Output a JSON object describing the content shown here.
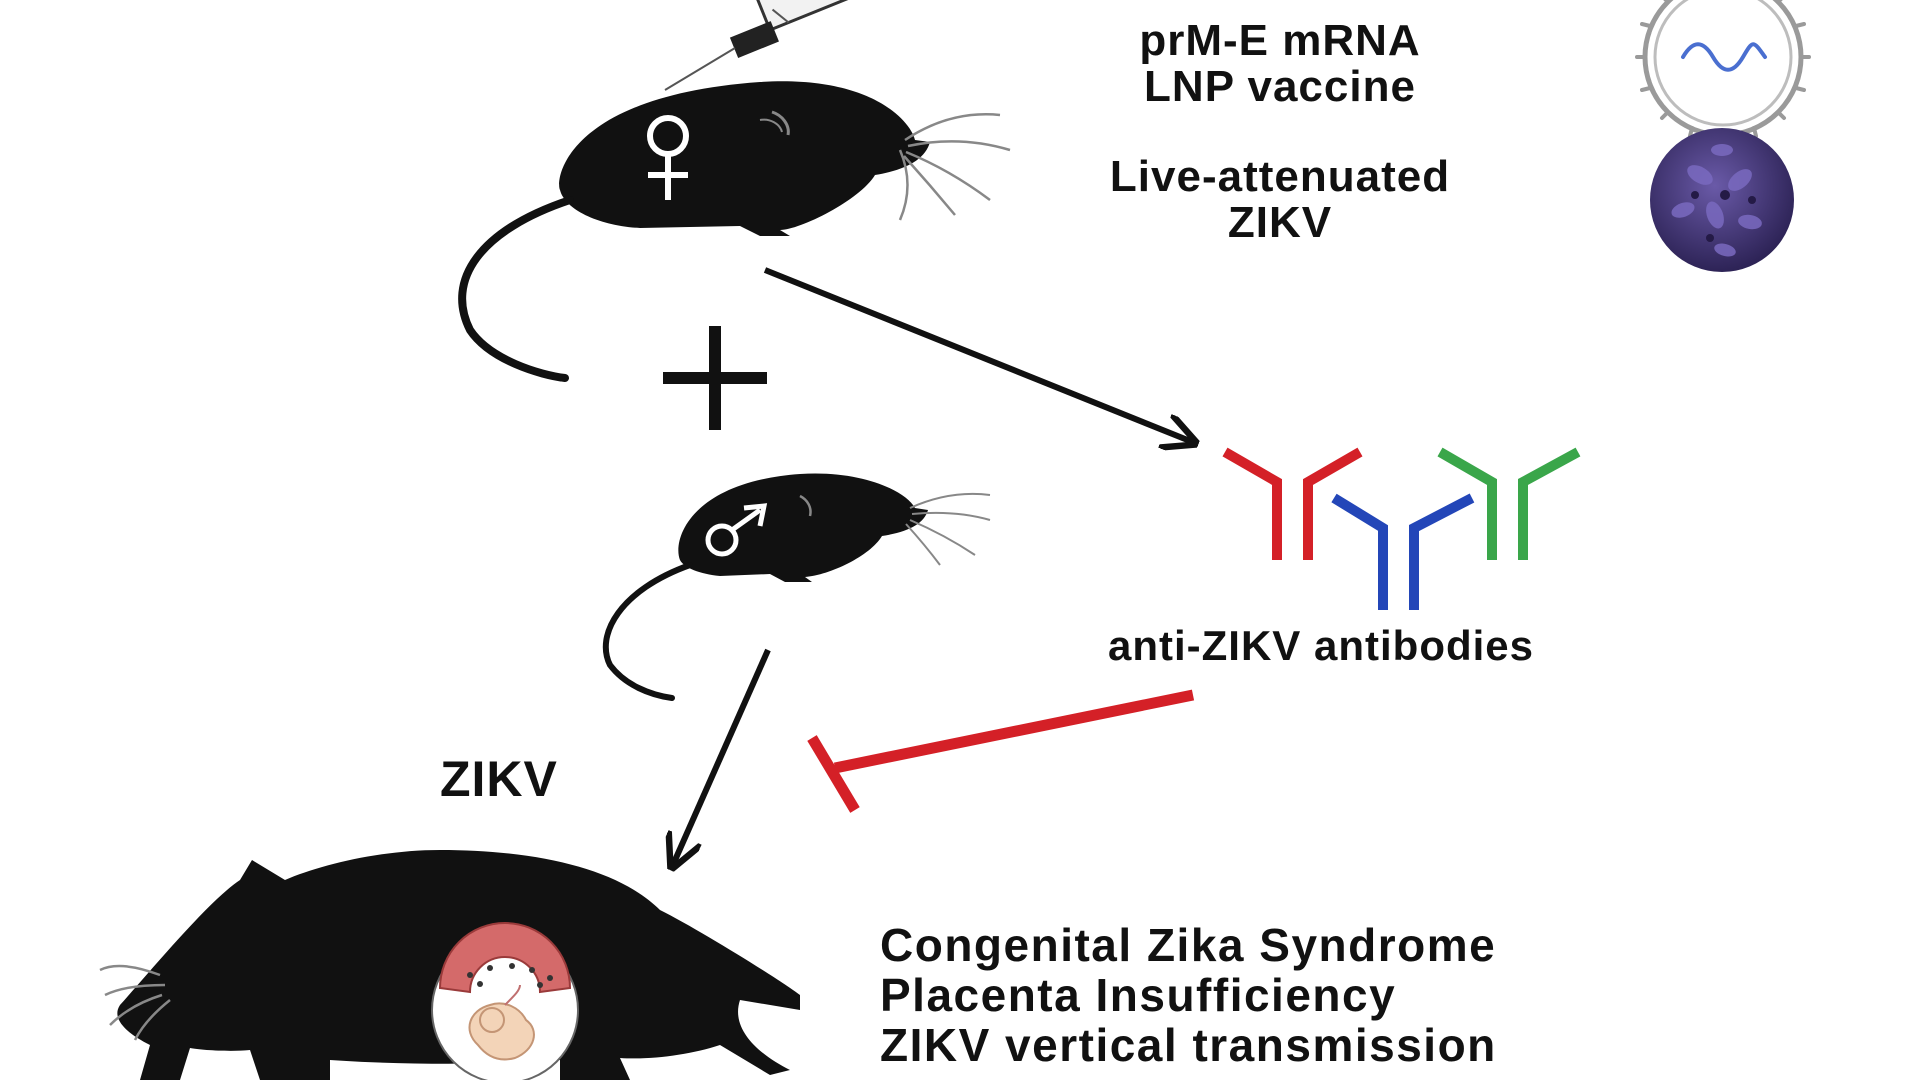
{
  "vaccines": {
    "mrna_line1": "prM-E mRNA",
    "mrna_line2": "LNP vaccine",
    "live_line1": "Live-attenuated",
    "live_line2": "ZIKV"
  },
  "antibodies": {
    "label": "anti-ZIKV antibodies"
  },
  "plus_sign": "+",
  "infection": {
    "label": "ZIKV"
  },
  "outcomes": [
    "Congenital Zika Syndrome",
    "Placenta Insufficiency",
    "ZIKV vertical transmission"
  ],
  "colors": {
    "ink": "#111111",
    "antibody_red": "#d42027",
    "antibody_blue": "#2346b8",
    "antibody_green": "#3aa64a",
    "inhibit_red": "#d42027",
    "virus_purple": "#4a3a7a",
    "lnp_gray": "#9a9a9a",
    "rna_blue": "#4a6fd0"
  }
}
